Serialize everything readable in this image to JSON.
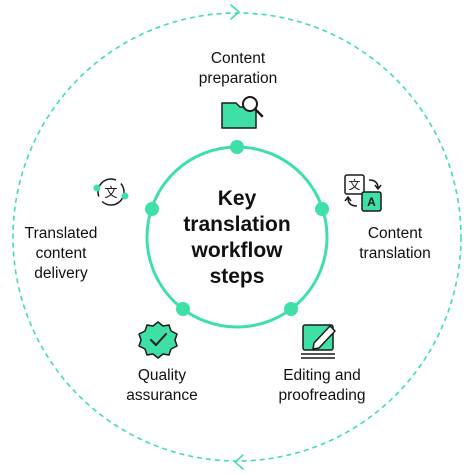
{
  "colors": {
    "accent": "#3ee0a6",
    "outline": "#1a1a1a",
    "text": "#111111",
    "dashed_ring": "#3ee0a6"
  },
  "center": {
    "title": "Key\ntranslation\nworkflow\nsteps"
  },
  "steps": [
    {
      "label": "Content\npreparation",
      "icon": "folder-search-icon"
    },
    {
      "label": "Content\ntranslation",
      "icon": "translate-icon"
    },
    {
      "label": "Editing and\nproofreading",
      "icon": "edit-pencil-icon"
    },
    {
      "label": "Quality\nassurance",
      "icon": "badge-check-icon"
    },
    {
      "label": "Translated\ncontent\ndelivery",
      "icon": "translate-sync-icon"
    }
  ],
  "icon_glyphs": {
    "translate_source": "文",
    "translate_target": "A",
    "sync_glyph": "文"
  }
}
